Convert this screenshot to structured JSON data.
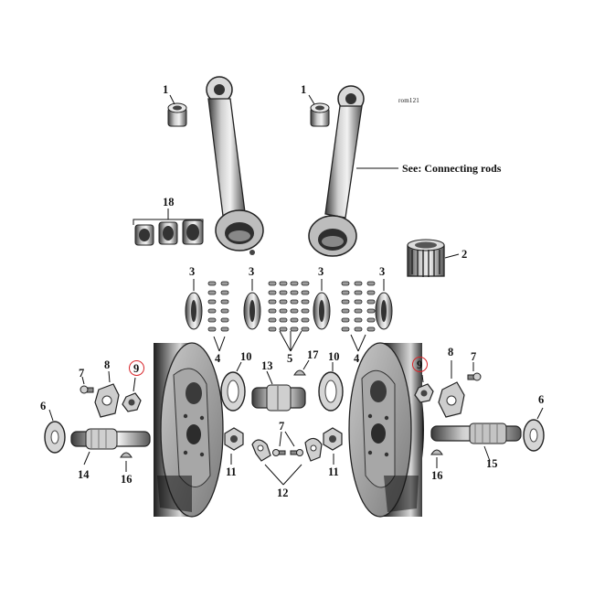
{
  "diagram_code": "rom121",
  "see_note": "See: Connecting rods",
  "highlight_color": "#d8262b",
  "part_numbers": {
    "p1": "1",
    "p2": "2",
    "p3": "3",
    "p4": "4",
    "p5": "5",
    "p6": "6",
    "p7": "7",
    "p8": "8",
    "p9": "9",
    "p10": "10",
    "p11": "11",
    "p12": "12",
    "p13": "13",
    "p14": "14",
    "p15": "15",
    "p16": "16",
    "p17": "17",
    "p18": "18"
  }
}
